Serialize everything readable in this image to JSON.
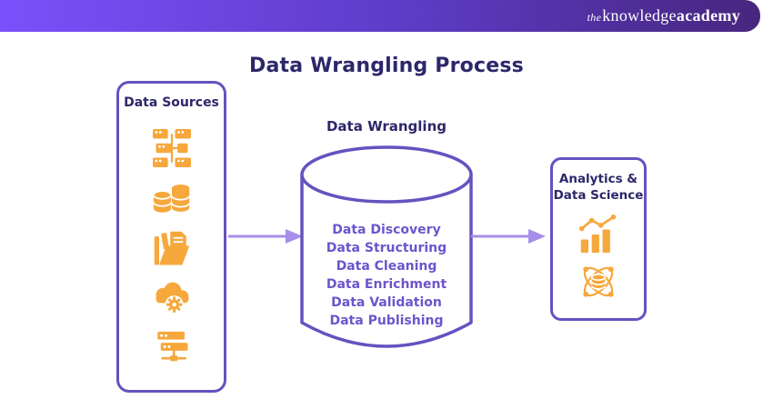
{
  "brand": {
    "the": "the",
    "knowledge": "knowledge",
    "academy": "academy"
  },
  "title": "Data Wrangling Process",
  "sources": {
    "label": "Data Sources",
    "icons": [
      "distributed-servers-icon",
      "database-stack-icon",
      "folder-documents-icon",
      "cloud-gear-icon",
      "server-network-icon"
    ]
  },
  "wrangling": {
    "label": "Data Wrangling",
    "steps": [
      "Data Discovery",
      "Data Structuring",
      "Data Cleaning",
      "Data Enrichment",
      "Data Validation",
      "Data Publishing"
    ]
  },
  "analytics": {
    "label_lines": [
      "Analytics &",
      "Data Science"
    ],
    "icons": [
      "bar-chart-trend-icon",
      "data-network-icon"
    ]
  },
  "colors": {
    "accent_purple": "#6552c0",
    "icon_orange": "#f6a83c",
    "arrow_purple": "#a78ee8",
    "heading_navy": "#2d2769",
    "list_purple": "#6c55cc",
    "banner_gradient_start": "#7b50fb",
    "banner_gradient_end": "#46267e"
  }
}
